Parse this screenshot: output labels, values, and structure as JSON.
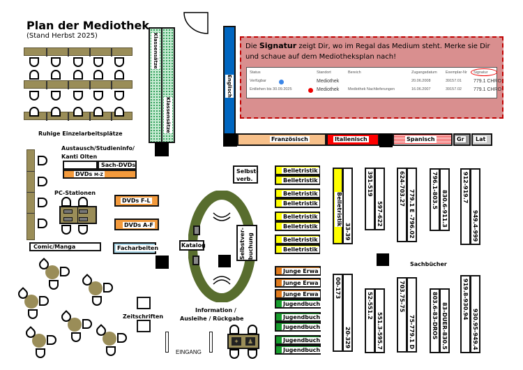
{
  "title": "Plan der Mediothek",
  "subtitle": "(Stand Herbst 2025)",
  "colors": {
    "olive": "#9a8d58",
    "english_blue": "#0066c0",
    "french_peach": "#f7c08a",
    "italian_red": "#ff0000",
    "spanish_red": "#ee3333",
    "belletristik_yellow": "#ffff00",
    "junge_erwachsene_orange": "#d46a0c",
    "jugendbuch_green": "#169c2c",
    "ring_green": "#586d2e",
    "info_box_fill": "#d98f8f",
    "info_box_border": "#c00000"
  },
  "zones": {
    "quiet_area": "Ruhige Einzelarbeitsplätze",
    "klassensaetze_a": "Klassensätze",
    "klassensaetze_b": "Klassensätze",
    "englisch": "Englisch",
    "franzoesisch": "Französisch",
    "italienisch": "Italienisch",
    "spanisch": "Spanisch",
    "griechisch": "Gr",
    "latein": "Lat",
    "austausch": "Austausch/Studieninfo/",
    "austausch2": "Kanti Olten",
    "sach_dvds": "Sach-DVDs",
    "dvds_mz": "DVDs",
    "dvds_mz_small": "M-Z",
    "pc_stationen": "PC-Stationen",
    "dvds_fl": "DVDs F-L",
    "dvds_af": "DVDs A-F",
    "comic": "Comic/Manga",
    "facharbeiten": "Facharbeiten",
    "zeitschriften": "Zeitschriften",
    "selbstverb": "Selbst-\nverb.",
    "katalog": "Katalog",
    "selbstverbuchung": "Selbstver-\nbuchung",
    "information": "Information /",
    "ausleihe": "Ausleihe / Rückgabe",
    "eingang": "EINGANG",
    "sachbuecher": "Sachbücher"
  },
  "info_box": {
    "text_pre": "Die ",
    "text_bold": "Signatur",
    "text_post": " zeigt Dir, wo im Regal das Medium steht. Merke sie Dir und schaue auf dem Mediotheksplan nach!",
    "table": {
      "headers": [
        "Status",
        "Standort",
        "Bereich",
        "Zugangsdatum",
        "Exemplar-Nr",
        "Signatur"
      ],
      "rows": [
        [
          "Verfügbar",
          "Mediothek",
          "",
          "20.06.2008",
          "39157.01",
          "779.1 CHRO"
        ],
        [
          "Entliehen bis 30.09.2025",
          "Mediothek",
          "Mediothek Nachlieferungen",
          "16.06.2007",
          "39157.02",
          "779.1 CHRO"
        ]
      ]
    }
  },
  "belletristik_shelves": [
    "Belletristik",
    "Belletristik",
    "Belletristik",
    "Belletristik",
    "Belletristik",
    "Belletristik",
    "Belletristik",
    "Belletristik"
  ],
  "ya_shelves": [
    {
      "label": "Junge Erwa",
      "type": "ya"
    },
    {
      "label": "Junge Erwa",
      "type": "ya"
    },
    {
      "label": "Junge Erwa",
      "type": "ya"
    },
    {
      "label": "Jugendbuch",
      "type": "jb"
    },
    {
      "label": "Jugendbuch",
      "type": "jb"
    },
    {
      "label": "Jugendbuch",
      "type": "jb"
    },
    {
      "label": "Jugendbuch",
      "type": "jb"
    },
    {
      "label": "Jugendbuch",
      "type": "jb"
    }
  ],
  "stacks_top": [
    {
      "left": "Belletristik",
      "right": "33-39"
    },
    {
      "left": "391-519",
      "right": "597-622"
    },
    {
      "left": "624-703.27",
      "right": "779.1 E -796.02"
    },
    {
      "left": "796.1-803.5",
      "right": "830.6-911.3"
    },
    {
      "left": "912-919.7",
      "right": "949.4-999"
    }
  ],
  "stacks_bottom": [
    {
      "left": "00-173",
      "right": "20-329"
    },
    {
      "left": "52-551.2",
      "right": "551.3-595.7"
    },
    {
      "left": "703.75-75",
      "right": "75-779.1 D"
    },
    {
      "left": "803.6-83-DROS",
      "right": "83-DUER-830.5"
    },
    {
      "left": "919.8-930.94",
      "right": "930.95-949.4"
    }
  ]
}
